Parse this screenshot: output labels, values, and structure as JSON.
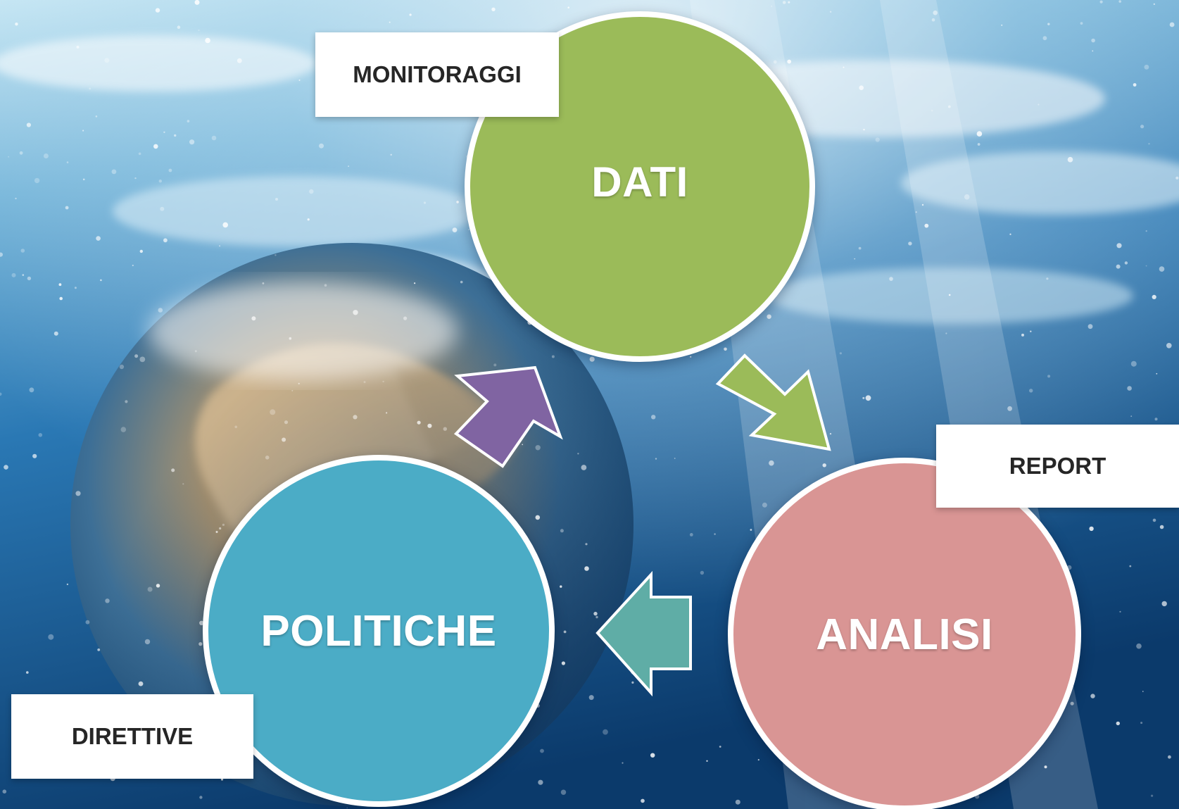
{
  "diagram": {
    "nodes": [
      {
        "id": "dati",
        "label": "DATI",
        "color": "#9bbb59"
      },
      {
        "id": "analisi",
        "label": "ANALISI",
        "color": "#d99594"
      },
      {
        "id": "politiche",
        "label": "POLITICHE",
        "color": "#4bacc6"
      }
    ],
    "callouts": [
      {
        "id": "monitoraggi",
        "label": "MONITORAGGI",
        "attached_to": "dati"
      },
      {
        "id": "report",
        "label": "REPORT",
        "attached_to": "analisi"
      },
      {
        "id": "direttive",
        "label": "DIRETTIVE",
        "attached_to": "politiche"
      }
    ],
    "arrows": [
      {
        "from": "dati",
        "to": "analisi",
        "color": "#9bbb59"
      },
      {
        "from": "analisi",
        "to": "politiche",
        "color": "#5fada6"
      },
      {
        "from": "politiche",
        "to": "dati",
        "color": "#8064a2"
      }
    ]
  },
  "background": {
    "description_colors": {
      "deep_water": "#0e3d6e",
      "mid_water": "#2a78b4",
      "light_water": "#9fcfe8"
    }
  }
}
